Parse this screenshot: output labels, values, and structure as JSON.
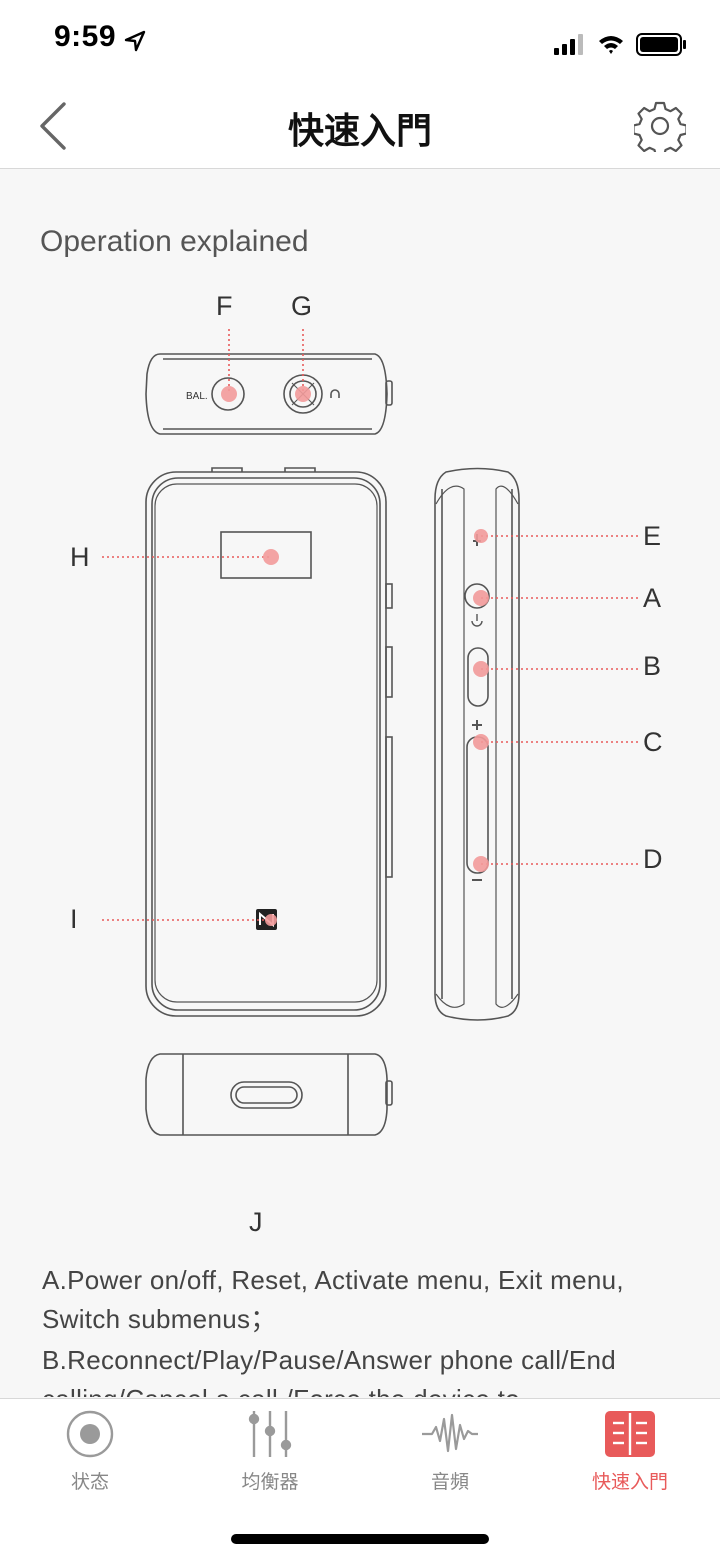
{
  "status_bar": {
    "time": "9:59",
    "icons": [
      "location-arrow-icon",
      "signal-icon",
      "wifi-icon",
      "battery-icon"
    ]
  },
  "nav": {
    "title": "快速入門",
    "back_icon": "chevron-left-icon",
    "settings_icon": "gear-icon"
  },
  "content": {
    "section_title": "Operation explained",
    "diagram_labels": {
      "f": "F",
      "g": "G",
      "h": "H",
      "i": "I",
      "j": "J",
      "e": "E",
      "a": "A",
      "b": "B",
      "c": "C",
      "d": "D",
      "bal": "BAL."
    },
    "descriptions": [
      "A.Power on/off, Reset, Activate menu, Exit menu, Switch submenus；",
      "B.Reconnect/Play/Pause/Answer phone call/End calling/Cancel a call /Force the device to"
    ]
  },
  "tabs": [
    {
      "label": "状态",
      "icon": "record-icon",
      "active": false
    },
    {
      "label": "均衡器",
      "icon": "equalizer-sliders-icon",
      "active": false
    },
    {
      "label": "音頻",
      "icon": "waveform-icon",
      "active": false
    },
    {
      "label": "快速入門",
      "icon": "book-icon",
      "active": true
    }
  ],
  "colors": {
    "accent": "#e85a5a",
    "marker": "#f29a9a",
    "inactive": "#888888"
  }
}
